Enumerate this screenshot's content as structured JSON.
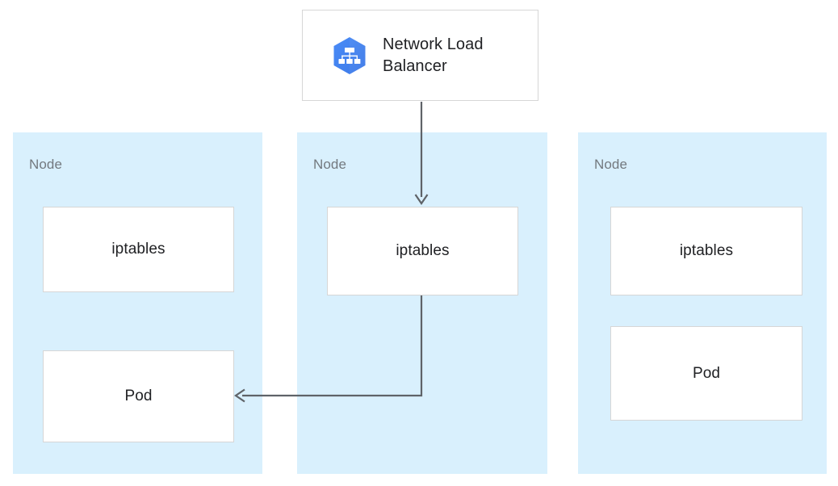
{
  "diagram": {
    "title": "Kubernetes Network Load Balancer traffic path across nodes",
    "colors": {
      "node_background": "#d9f0fd",
      "box_background": "#ffffff",
      "box_border": "#d6d6d6",
      "connector": "#5f6368",
      "node_label_text": "#73797e",
      "box_label_text": "#202124",
      "icon_blue": "#4285f4",
      "icon_blue_dark": "#3b78e7",
      "canvas_background": "#ffffff"
    }
  },
  "load_balancer": {
    "label": "Network Load Balancer",
    "icon": "network-load-balancer-icon"
  },
  "nodes": [
    {
      "label": "Node",
      "boxes": [
        {
          "label": "iptables",
          "kind": "iptables"
        },
        {
          "label": "Pod",
          "kind": "pod"
        }
      ]
    },
    {
      "label": "Node",
      "boxes": [
        {
          "label": "iptables",
          "kind": "iptables"
        }
      ]
    },
    {
      "label": "Node",
      "boxes": [
        {
          "label": "iptables",
          "kind": "iptables"
        },
        {
          "label": "Pod",
          "kind": "pod"
        }
      ]
    }
  ],
  "connectors": [
    {
      "name": "lb-to-middle-iptables",
      "from": "Network Load Balancer",
      "to": "iptables (middle node)",
      "style": "straight-down-arrow"
    },
    {
      "name": "middle-iptables-to-left-pod",
      "from": "iptables (middle node)",
      "to": "Pod (left node)",
      "style": "elbow-down-then-left-arrow"
    }
  ]
}
